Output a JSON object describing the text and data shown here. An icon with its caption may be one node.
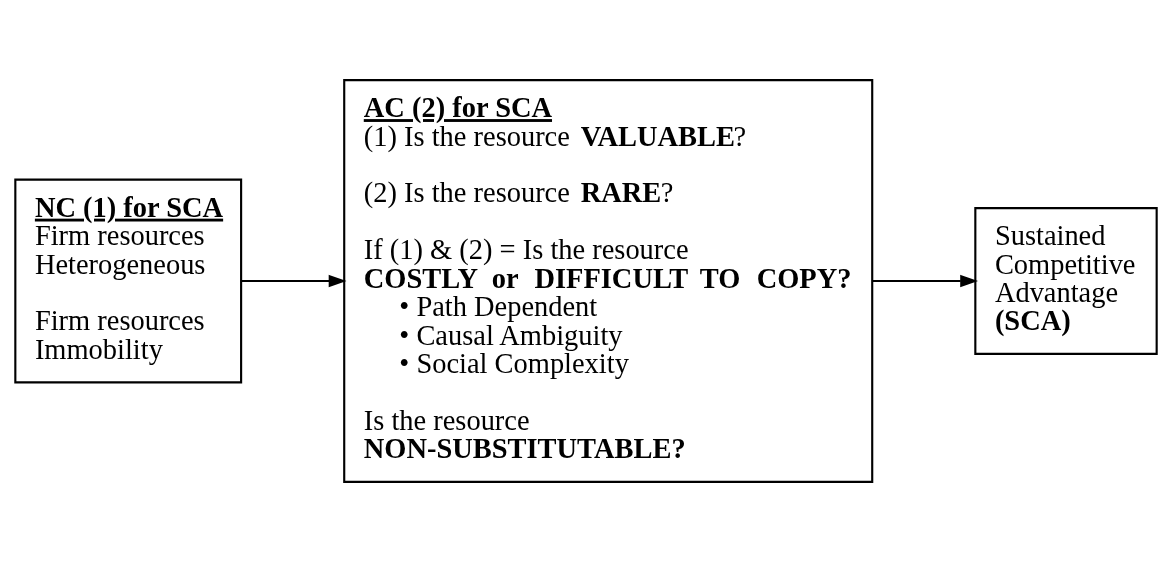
{
  "diagram": {
    "nodes": [
      {
        "text": [
          "NC (1) for SCA",
          "Firm resources Heterogeneous",
          "Firm resources Immobility"
        ]
      },
      {
        "text": [
          "AC (2) for SCA",
          "(1) Is the resource **VALUABLE**?",
          "(2) Is the resource **RARE**?",
          "If (1) & (2) = Is the resource **COSTLY or DIFFICULT TO COPY?**",
          "• Path Dependent",
          "• Causal Ambiguity",
          "• Social Complexity",
          "Is the resource **NON-SUBSTITUTABLE?**"
        ]
      },
      {
        "text": [
          "Sustained Competitive Advantage **(SCA)**"
        ]
      }
    ],
    "edges": [
      {
        "from": 0,
        "to": 1,
        "arrow": "to"
      },
      {
        "from": 1,
        "to": 2,
        "arrow": "to"
      }
    ]
  }
}
